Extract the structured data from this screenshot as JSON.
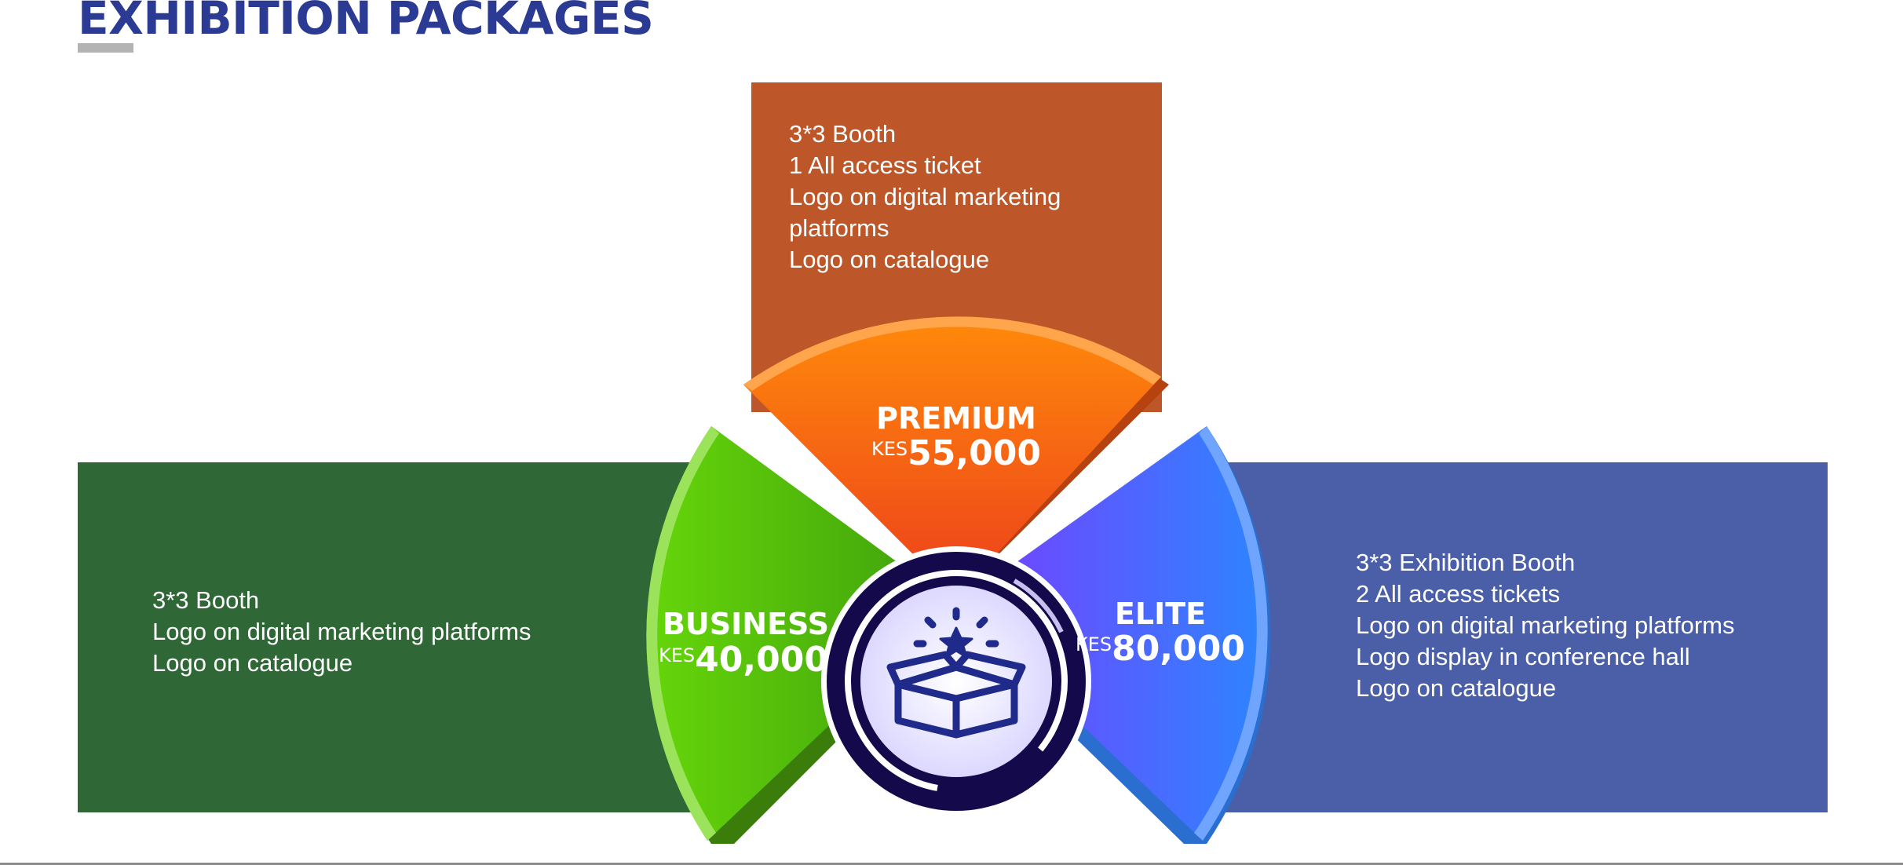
{
  "title": "EXHIBITION PACKAGES",
  "colors": {
    "title": "#2b3a93",
    "business_panel": "#2f6836",
    "premium_panel": "#bd5629",
    "elite_panel": "#4b5fa9",
    "business_segment": "#4cc20a",
    "premium_segment": "#f46a12",
    "elite_segment": "#5560ff",
    "hub": "#14094a"
  },
  "packages": {
    "business": {
      "name": "BUSINESS",
      "currency": "KES",
      "price": "40,000",
      "features": [
        "3*3 Booth",
        "Logo on digital marketing platforms",
        "Logo on catalogue"
      ]
    },
    "premium": {
      "name": "PREMIUM",
      "currency": "KES",
      "price": "55,000",
      "features": [
        "3*3 Booth",
        "1 All access ticket",
        "Logo on digital marketing platforms",
        "Logo on catalogue"
      ]
    },
    "elite": {
      "name": "ELITE",
      "currency": "KES",
      "price": "80,000",
      "features": [
        "3*3 Exhibition Booth",
        "2 All access tickets",
        "Logo on digital marketing platforms",
        "Logo display in conference hall",
        "Logo on catalogue"
      ]
    }
  },
  "center_icon": "gift-box-star-icon"
}
